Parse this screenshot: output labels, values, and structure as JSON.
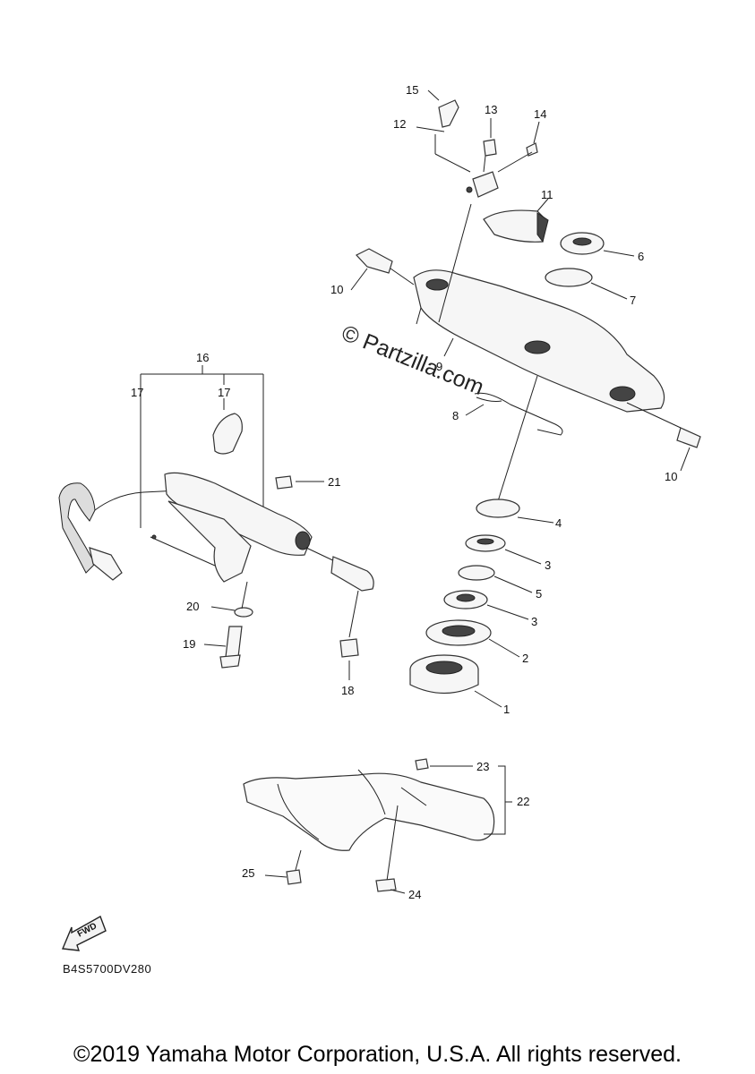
{
  "labels": {
    "l1": "1",
    "l2": "2",
    "l3a": "3",
    "l3b": "3",
    "l4": "4",
    "l5": "5",
    "l6": "6",
    "l7": "7",
    "l8": "8",
    "l9": "9",
    "l10a": "10",
    "l10b": "10",
    "l11": "11",
    "l12": "12",
    "l13": "13",
    "l14": "14",
    "l15": "15",
    "l16": "16",
    "l17a": "17",
    "l17b": "17",
    "l18": "18",
    "l19": "19",
    "l20": "20",
    "l21": "21",
    "l22": "22",
    "l23": "23",
    "l24": "24",
    "l25": "25"
  },
  "diagram_code": "B4S5700DV280",
  "fwd_label": "FWD",
  "watermark": "© Partzilla.com",
  "copyright": "©2019 Yamaha Motor Corporation, U.S.A. All rights reserved."
}
